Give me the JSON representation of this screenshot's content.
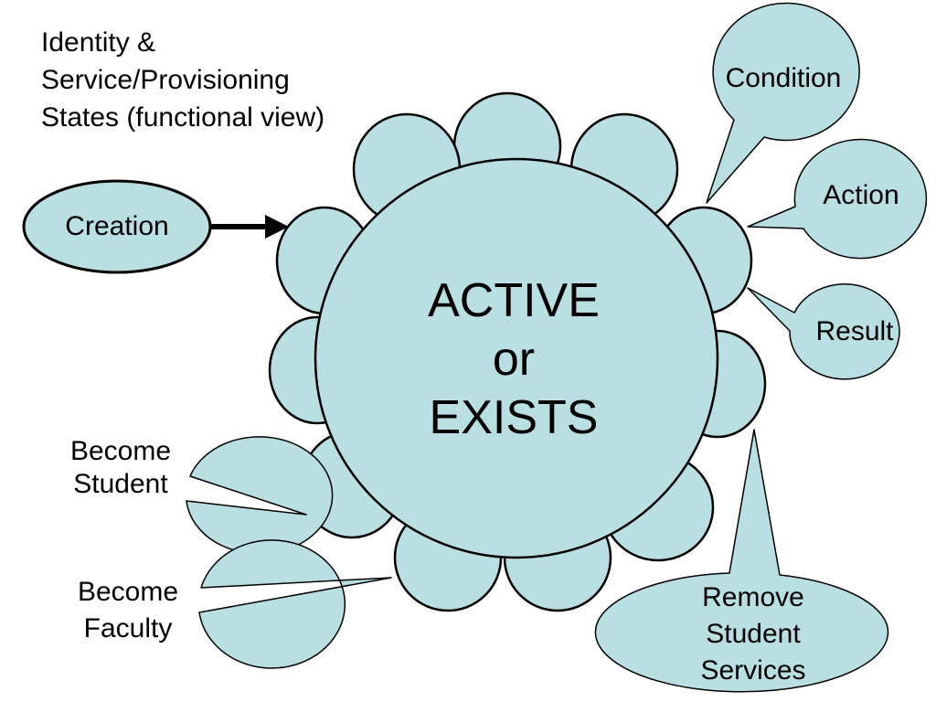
{
  "title": {
    "lines": [
      "Identity &",
      "Service/Provisioning",
      "States (functional view)"
    ]
  },
  "center_state": {
    "lines": [
      "ACTIVE",
      "or",
      "EXISTS"
    ]
  },
  "entry_node": {
    "label": "Creation"
  },
  "callouts": {
    "condition": "Condition",
    "action": "Action",
    "result": "Result",
    "become_student": [
      "Become",
      "Student"
    ],
    "become_faculty": [
      "Become",
      "Faculty"
    ],
    "remove_services": [
      "Remove",
      "Student",
      "Services"
    ]
  },
  "colors": {
    "fill": "#b9dfe3",
    "stroke": "#000000",
    "arrow": "#000000"
  }
}
